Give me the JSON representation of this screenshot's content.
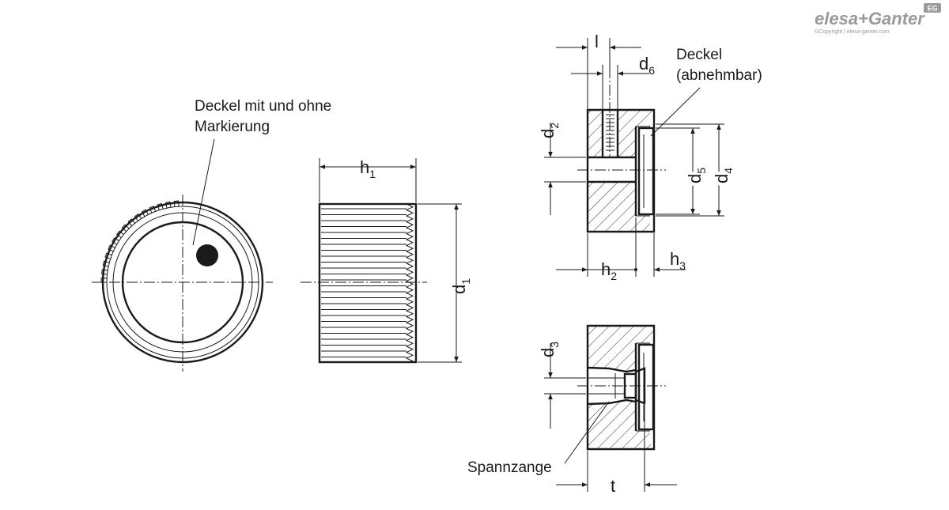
{
  "logo": {
    "brand": "elesa+Ganter",
    "copyright": "©Copyright | elesa-ganter.com",
    "badge": "EG"
  },
  "labels": {
    "cap_marking": [
      "Deckel mit und ohne",
      "Markierung"
    ],
    "cap_removable": [
      "Deckel",
      "(abnehmbar)"
    ],
    "collet": "Spannzange"
  },
  "dimensions": {
    "h1": {
      "base": "h",
      "sub": "1"
    },
    "d1": {
      "base": "d",
      "sub": "1"
    },
    "l": {
      "base": "l",
      "sub": ""
    },
    "d6": {
      "base": "d",
      "sub": "6"
    },
    "d2": {
      "base": "d",
      "sub": "2"
    },
    "d5": {
      "base": "d",
      "sub": "5"
    },
    "d4": {
      "base": "d",
      "sub": "4"
    },
    "h2": {
      "base": "h",
      "sub": "2"
    },
    "h3": {
      "base": "h",
      "sub": "3"
    },
    "d3": {
      "base": "d",
      "sub": "3"
    },
    "t": {
      "base": "t",
      "sub": ""
    }
  },
  "colors": {
    "line": "#1a1a1a",
    "logo_grey": "#9a9a9a",
    "background": "#ffffff"
  }
}
